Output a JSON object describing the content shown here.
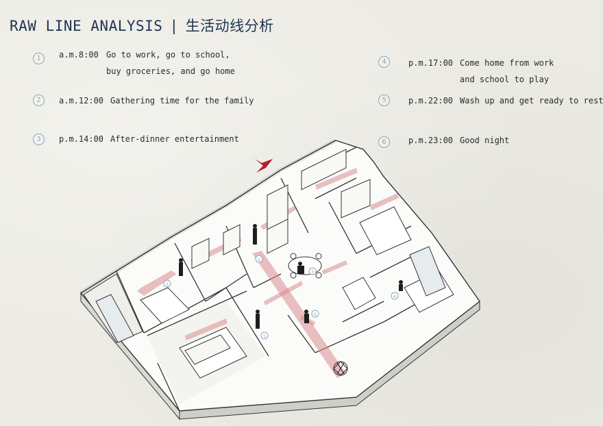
{
  "title": {
    "en": "RAW LINE ANALYSIS",
    "separator": "|",
    "zh": "生活动线分析"
  },
  "schedule": [
    {
      "number": "1",
      "time": "a.m.8:00",
      "desc_line1": "Go to work, go to school,",
      "desc_line2": "buy groceries, and go home"
    },
    {
      "number": "2",
      "time": "a.m.12:00",
      "desc_line1": "Gathering time for the family",
      "desc_line2": ""
    },
    {
      "number": "3",
      "time": "p.m.14:00",
      "desc_line1": "After-dinner entertainment",
      "desc_line2": ""
    },
    {
      "number": "4",
      "time": "p.m.17:00",
      "desc_line1": "Come home from work",
      "desc_line2": "and school to play"
    },
    {
      "number": "5",
      "time": "p.m.22:00",
      "desc_line1": "Wash up and get ready to rest",
      "desc_line2": ""
    },
    {
      "number": "6",
      "time": "p.m.23:00",
      "desc_line1": "Good night",
      "desc_line2": ""
    }
  ],
  "plan_markers": [
    "1",
    "2",
    "3",
    "4",
    "5",
    "6"
  ],
  "colors": {
    "title": "#1f3350",
    "badge": "#8aa6bd",
    "route": "#d98c90",
    "entry_arrow": "#b3202a",
    "wall": "#ffffff",
    "line": "#333333"
  },
  "icons": {
    "entry_arrow": "entry-arrow-icon",
    "figure": "person-icon",
    "plant": "plant-icon"
  }
}
